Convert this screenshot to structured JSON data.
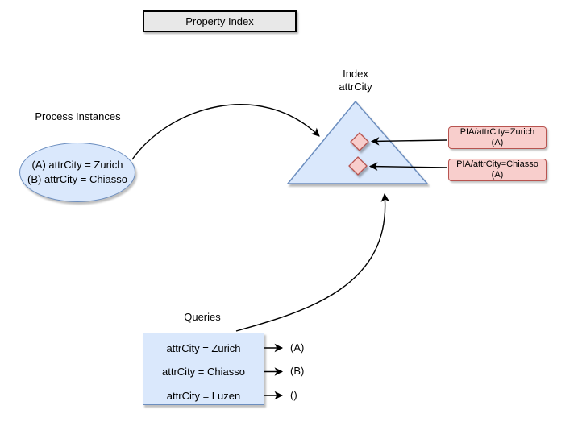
{
  "diagram": {
    "title": "Property Index",
    "process_instances": {
      "label": "Process Instances",
      "lines": [
        "(A) attrCity = Zurich",
        "(B) attrCity = Chiasso"
      ]
    },
    "index": {
      "label_line1": "Index",
      "label_line2": "attrCity",
      "entries": [
        {
          "name": "PIA/attrCity=Zurich",
          "instances": "(A)"
        },
        {
          "name": "PIA/attrCity=Chiasso",
          "instances": "(A)"
        }
      ]
    },
    "queries": {
      "label": "Queries",
      "rows": [
        {
          "query": "attrCity = Zurich",
          "result": "(A)"
        },
        {
          "query": "attrCity = Chiasso",
          "result": "(B)"
        },
        {
          "query": "attrCity = Luzen",
          "result": "()"
        }
      ]
    },
    "colors": {
      "node-fill": "#dae8fc",
      "node-stroke": "#6c8ebf",
      "index-entry-fill": "#f8cecc",
      "index-entry-stroke": "#b85450",
      "title-fill": "#e8e8e8",
      "title-stroke": "#000000",
      "arrow": "#000000"
    }
  }
}
